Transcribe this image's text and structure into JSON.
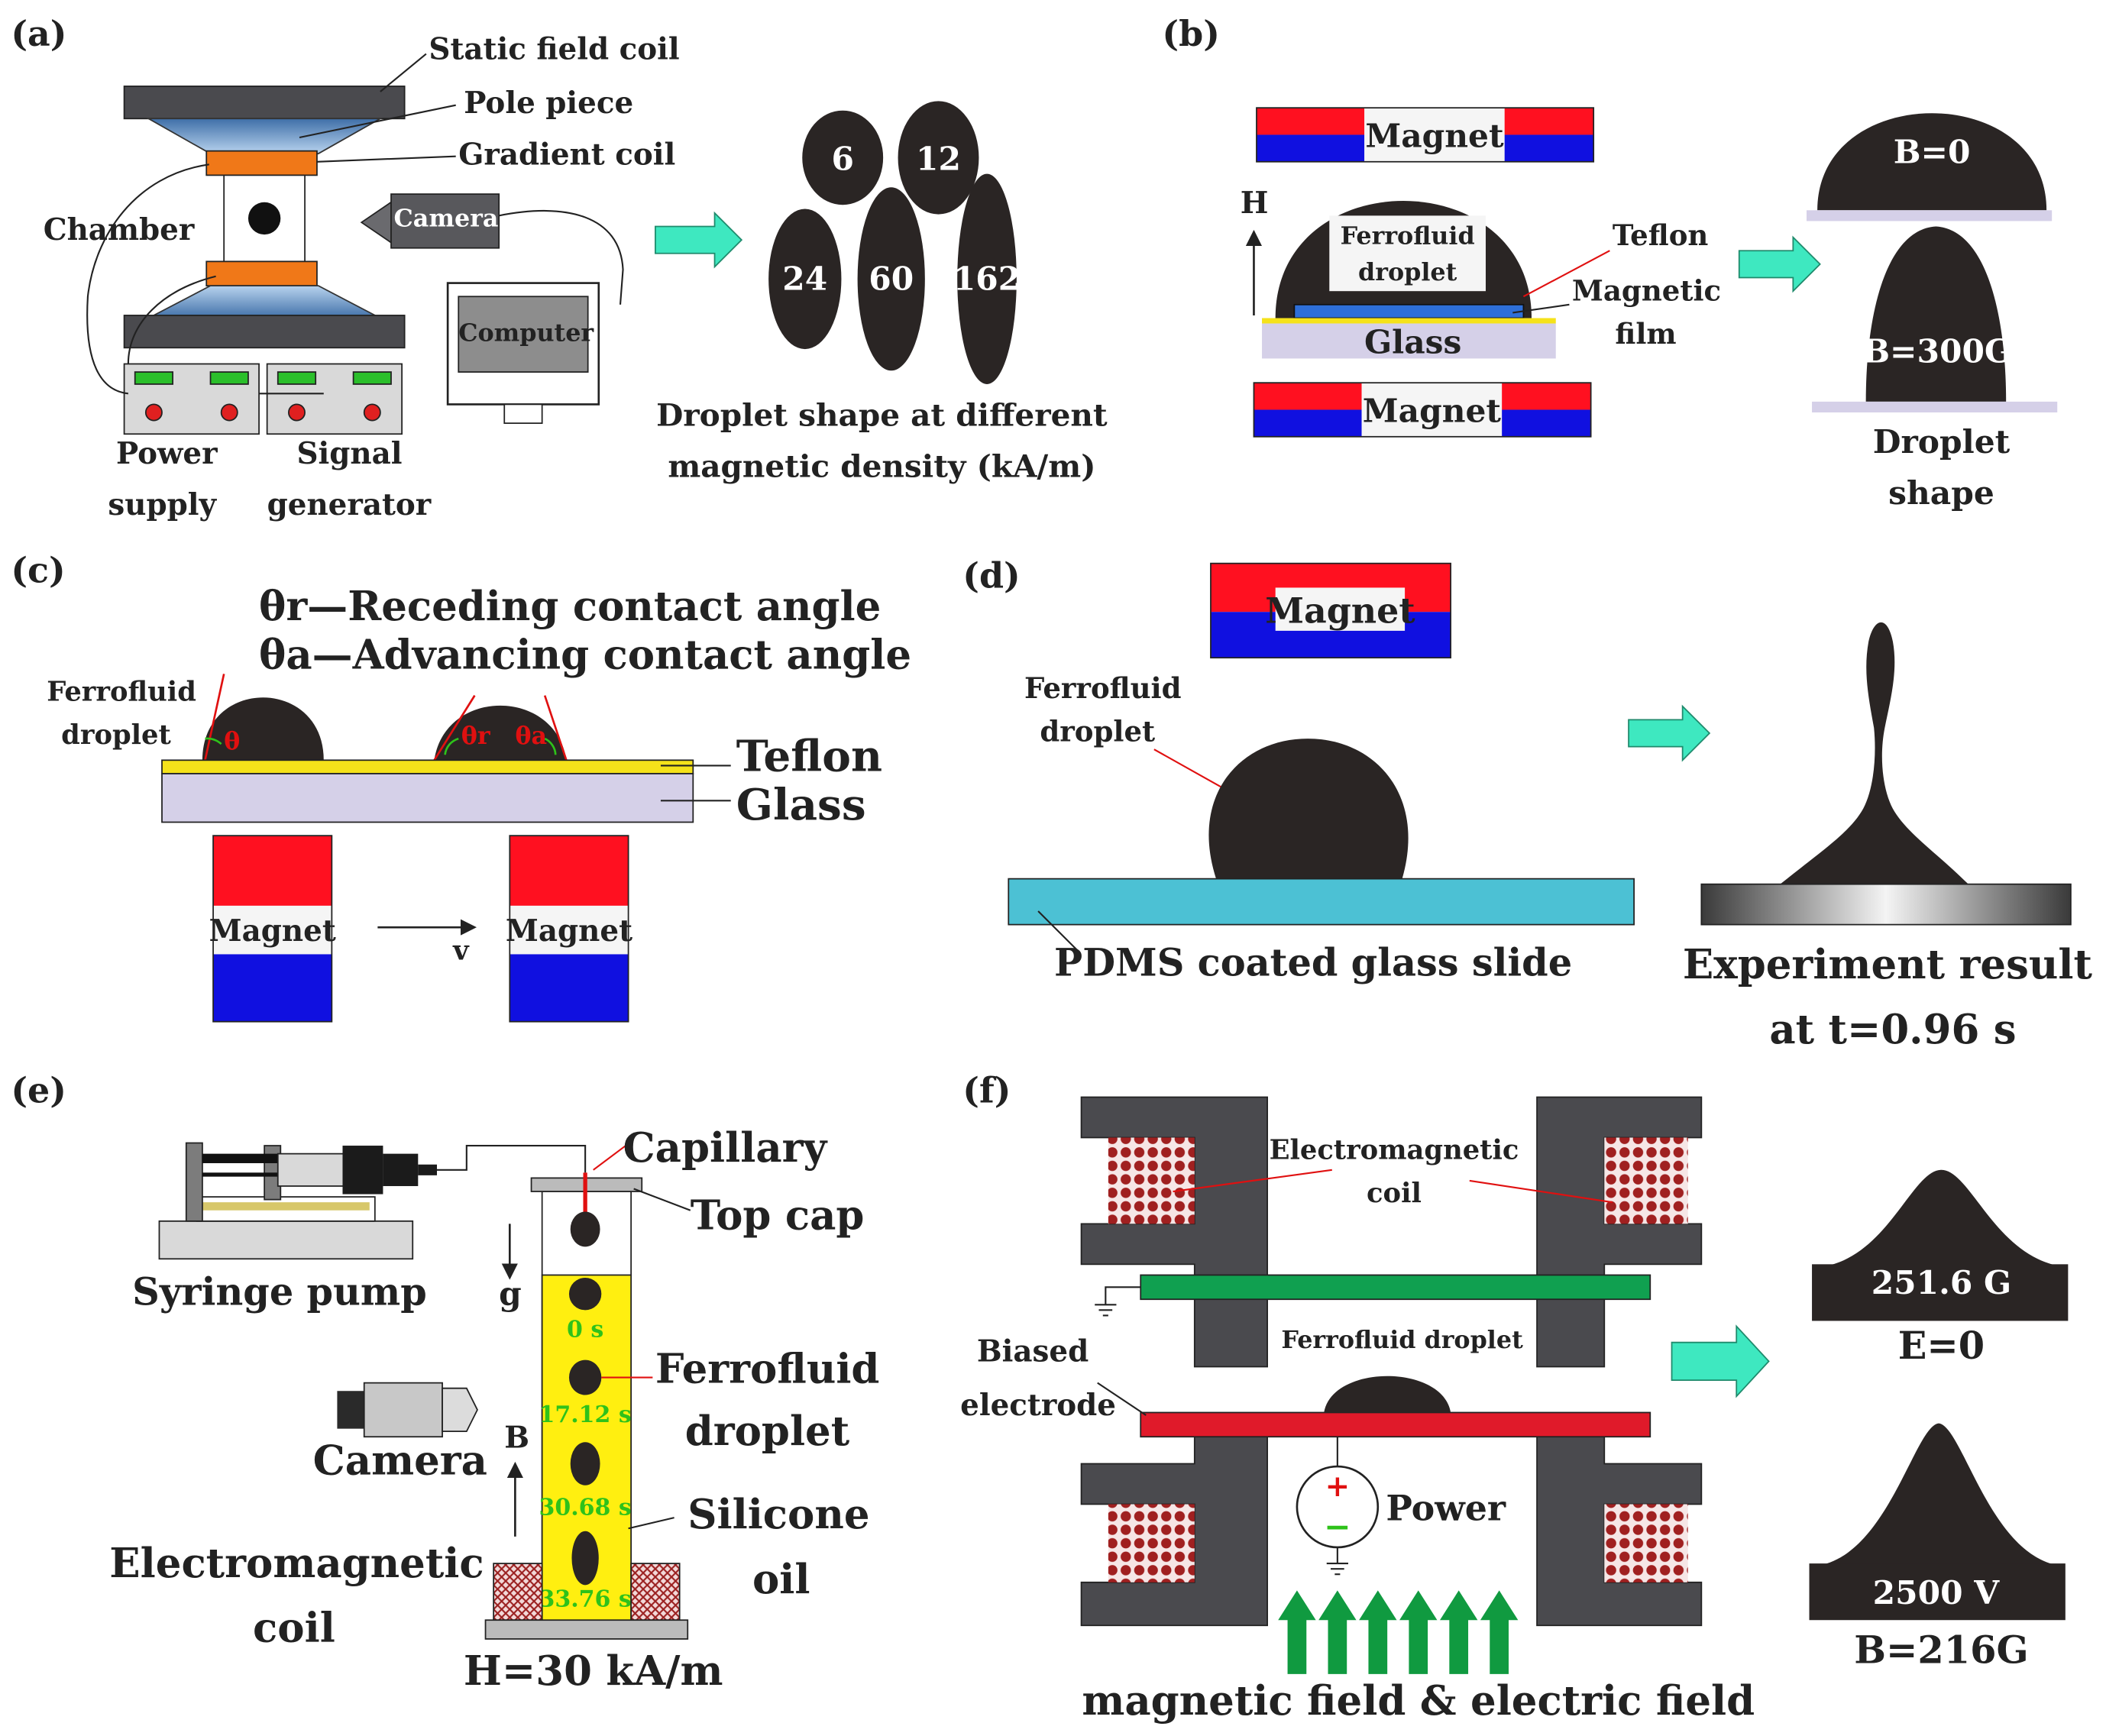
{
  "panels": {
    "a": {
      "tag": "(a)",
      "static_field_coil": "Static field coil",
      "pole_piece": "Pole piece",
      "gradient_coil": "Gradient  coil",
      "chamber": "Chamber",
      "camera": "Camera",
      "computer": "Computer",
      "power_supply": [
        "Power",
        "supply"
      ],
      "signal_generator": [
        "Signal",
        "generator"
      ],
      "droplet_values": [
        "6",
        "12",
        "24",
        "60",
        "162"
      ],
      "caption": [
        "Droplet shape at different",
        "magnetic density (kA/m)"
      ]
    },
    "b": {
      "tag": "(b)",
      "magnet_top": "Magnet",
      "magnet_bottom": "Magnet",
      "field_label": "H",
      "droplet_label": [
        "Ferrofluid",
        "droplet"
      ],
      "teflon": "Teflon",
      "magnetic_film": [
        "Magnetic",
        "film"
      ],
      "glass": "Glass",
      "state_1": "B=0",
      "state_2": "B=300G",
      "caption": [
        "Droplet",
        "shape"
      ]
    },
    "c": {
      "tag": "(c)",
      "legend_receding": "θr—Receding contact angle",
      "legend_advancing": "θa—Advancing contact angle",
      "droplet_label": [
        "Ferrofluid",
        "droplet"
      ],
      "theta": "θ",
      "theta_r": "θr",
      "theta_a": "θa",
      "teflon": "Teflon",
      "glass": "Glass",
      "magnet_left": "Magnet",
      "magnet_right": "Magnet",
      "velocity": "v"
    },
    "d": {
      "tag": "(d)",
      "magnet": "Magnet",
      "droplet_label": [
        "Ferrofluid",
        "droplet"
      ],
      "slide": "PDMS coated glass slide",
      "result": [
        "Experiment result",
        "at t=0.96 s"
      ]
    },
    "e": {
      "tag": "(e)",
      "capillary": "Capillary",
      "top_cap": "Top cap",
      "syringe_pump": "Syringe pump",
      "gravity": "g",
      "times": [
        "0 s",
        "17.12 s",
        "30.68 s",
        "33.76 s"
      ],
      "droplet_label": [
        "Ferrofluid",
        "droplet"
      ],
      "camera": "Camera",
      "field_label": "B",
      "silicone_oil": [
        "Silicone",
        "oil"
      ],
      "coil": [
        "Electromagnetic",
        "coil"
      ],
      "field_strength": "H=30 kA/m"
    },
    "f": {
      "tag": "(f)",
      "coil": [
        "Electromagnetic",
        "coil"
      ],
      "biased_electrode": [
        "Biased",
        "electrode"
      ],
      "droplet_label": "Ferrofluid droplet",
      "power": "Power",
      "plus": "+",
      "minus": "−",
      "state_1_value": "251.6 G",
      "state_1_cond": "E=0",
      "state_2_value": "2500 V",
      "state_2_cond": "B=216G",
      "caption": "magnetic field & electric field"
    }
  },
  "colors": {
    "magnet_n": "#ff1020",
    "magnet_s": "#1010e0",
    "droplet": "#2a2524",
    "arrow": "#3ee8c0",
    "teflon": "#f5e21a",
    "glass": "#d5d0e8",
    "pdms": "#4cc1d4",
    "oil": "#ffef10",
    "electrode_ground": "#10a050",
    "electrode_bias": "#e01a2a",
    "coil_dot": "#a02020",
    "field_arrow": "#109a40",
    "pole": "#4a4a4e",
    "gradient_coil": "#f07818"
  }
}
